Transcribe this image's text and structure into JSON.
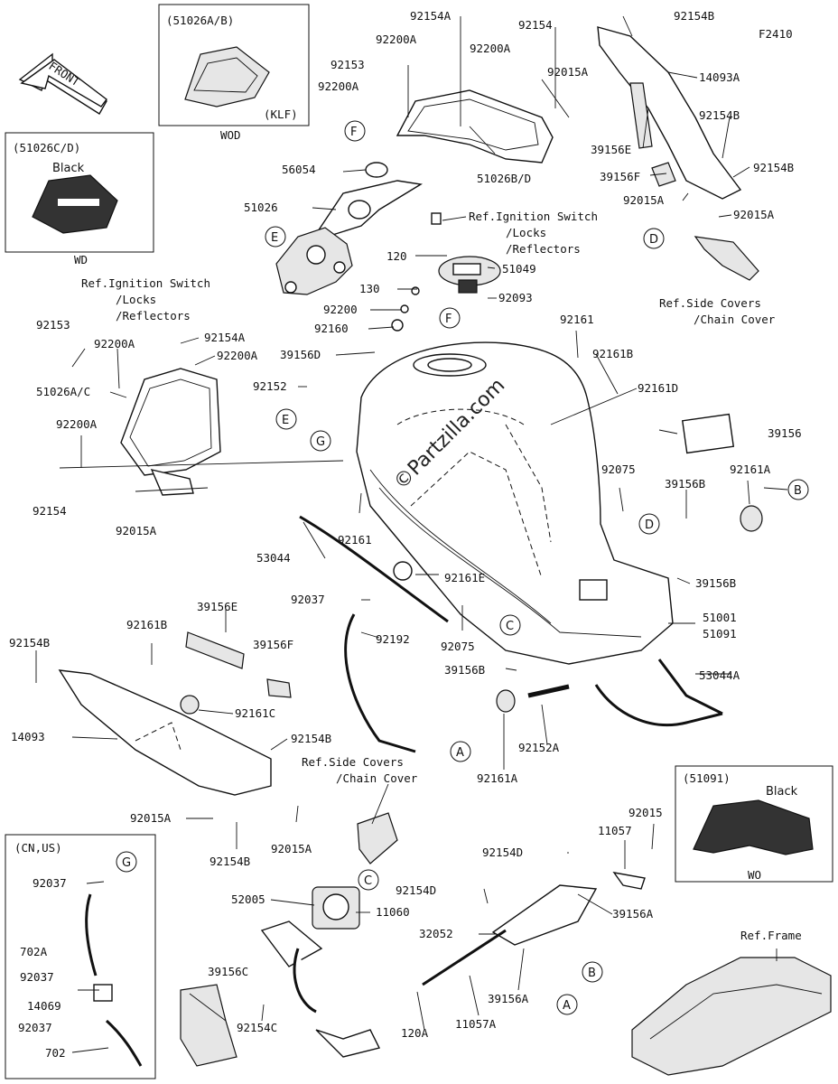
{
  "code": "F2410",
  "front_label": "FRONT",
  "watermark": "©Partzilla.com",
  "insets": {
    "wod_box": {
      "header": "(51026A/B)",
      "sub": "(KLF)",
      "caption": "WOD"
    },
    "wd_box": {
      "header": "(51026C/D)",
      "sub": "Black",
      "caption": "WD"
    },
    "wo_box": {
      "header": "(51091)",
      "sub": "Black",
      "caption": "WO"
    },
    "cnus_box": {
      "header": "(CN,US)"
    }
  },
  "refs": {
    "ignition1": [
      "Ref.Ignition Switch",
      "/Locks",
      "/Reflectors"
    ],
    "ignition2": [
      "Ref.Ignition Switch",
      "/Locks",
      "/Reflectors"
    ],
    "sidecovers1": [
      "Ref.Side Covers",
      "/Chain Cover"
    ],
    "sidecovers2": [
      "Ref.Side Covers",
      "/Chain Cover"
    ],
    "frame": "Ref.Frame"
  },
  "callouts": {
    "A": "A",
    "B": "B",
    "C": "C",
    "D": "D",
    "E": "E",
    "F": "F",
    "G": "G"
  },
  "labels": {
    "p92154A_t": "92154A",
    "p92200A_t": "92200A",
    "p92154_t": "92154",
    "p92200A_t2": "92200A",
    "p92154B_t": "92154B",
    "p92153_t": "92153",
    "p92200A_t3": "92200A",
    "p92015A_t": "92015A",
    "p14093A": "14093A",
    "p92154B_r1": "92154B",
    "p39156E_t": "39156E",
    "p39156F_t": "39156F",
    "p92154B_r2": "92154B",
    "p92015A_r1": "92015A",
    "p92015A_r2": "92015A",
    "p51026BD": "51026B/D",
    "p56054": "56054",
    "p51026": "51026",
    "p120_t": "120",
    "p51049": "51049",
    "p130": "130",
    "p92093": "92093",
    "p92200_m": "92200",
    "p92160": "92160",
    "p39156D": "39156D",
    "p92152": "92152",
    "p92161_t": "92161",
    "p92161B_t": "92161B",
    "p92161D": "92161D",
    "p39156": "39156",
    "p92153_l": "92153",
    "p92200A_l": "92200A",
    "p92154A_l": "92154A",
    "p92200A_l2": "92200A",
    "p51026AC": "51026A/C",
    "p92200A_l3": "92200A",
    "p92154_l": "92154",
    "p92015A_l": "92015A",
    "p92075_t": "92075",
    "p39156B_t": "39156B",
    "p92161A_t": "92161A",
    "p92161_m": "92161",
    "p53044": "53044",
    "p92161E": "92161E",
    "p39156B_m": "39156B",
    "p92037_m": "92037",
    "p92192": "92192",
    "p92075_m": "92075",
    "p51001": "51001",
    "p51091": "51091",
    "p39156B_l": "39156B",
    "p53044A": "53044A",
    "p92152A": "92152A",
    "p92161A_b": "92161A",
    "p39156E_l": "39156E",
    "p39156F_l": "39156F",
    "p92161B_l": "92161B",
    "p92154B_l": "92154B",
    "p92161C": "92161C",
    "p14093": "14093",
    "p92154B_m": "92154B",
    "p92015A_b1": "92015A",
    "p92154B_b": "92154B",
    "p92015A_b2": "92015A",
    "p92037_c1": "92037",
    "p702A": "702A",
    "p92037_c2": "92037",
    "p14069": "14069",
    "p92037_c3": "92037",
    "p702": "702",
    "p52005": "52005",
    "p11060": "11060",
    "p39156C": "39156C",
    "p92154C": "92154C",
    "p92015_b": "92015",
    "p11057_t": "11057",
    "p92154D_1": "92154D",
    "p92154D_2": "92154D",
    "p32052": "32052",
    "p39156A_r": "39156A",
    "p39156A_b": "39156A",
    "p120A": "120A",
    "p11057A": "11057A"
  }
}
